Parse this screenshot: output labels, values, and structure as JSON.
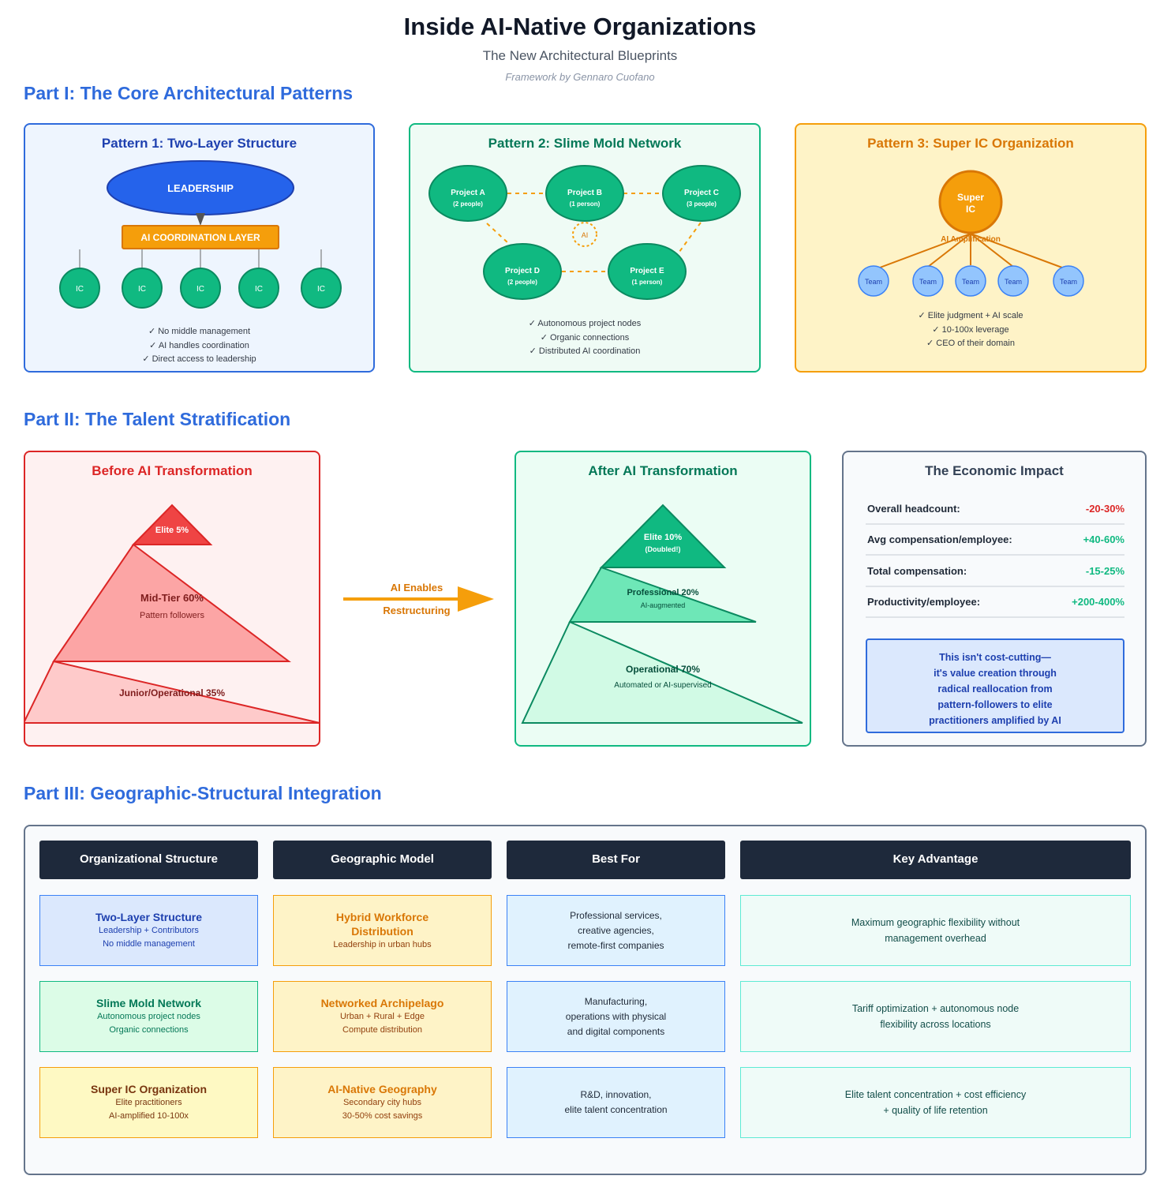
{
  "header": {
    "title": "Inside AI-Native Organizations",
    "subtitle": "The New Architectural Blueprints",
    "byline": "Framework by Gennaro Cuofano"
  },
  "part1": {
    "heading": "Part I: The Core Architectural Patterns",
    "pattern1": {
      "title": "Pattern 1: Two-Layer Structure",
      "leadership": "LEADERSHIP",
      "coordination": "AI COORDINATION LAYER",
      "ic_labels": [
        "IC",
        "IC",
        "IC",
        "IC",
        "IC"
      ],
      "checks": [
        "✓ No middle management",
        "✓ AI handles coordination",
        "✓ Direct access to leadership"
      ]
    },
    "pattern2": {
      "title": "Pattern 2: Slime Mold Network",
      "nodes": [
        {
          "name": "Project A",
          "size": "(2 people)"
        },
        {
          "name": "Project B",
          "size": "(1 person)"
        },
        {
          "name": "Project C",
          "size": "(3 people)"
        },
        {
          "name": "Project D",
          "size": "(2 people)"
        },
        {
          "name": "Project E",
          "size": "(1 person)"
        }
      ],
      "ai_label": "AI",
      "checks": [
        "✓ Autonomous project nodes",
        "✓ Organic connections",
        "✓ Distributed AI coordination"
      ]
    },
    "pattern3": {
      "title": "Pattern 3: Super IC Organization",
      "center_line1": "Super",
      "center_line2": "IC",
      "amplification": "AI Amplification",
      "team_labels": [
        "Team",
        "Team",
        "Team",
        "Team",
        "Team"
      ],
      "checks": [
        "✓ Elite judgment + AI scale",
        "✓ 10-100x leverage",
        "✓ CEO of their domain"
      ]
    }
  },
  "part2": {
    "heading": "Part II: The Talent Stratification",
    "before": {
      "title": "Before AI Transformation",
      "elite": "Elite 5%",
      "mid": "Mid-Tier 60%",
      "mid_sub": "Pattern followers",
      "junior": "Junior/Operational 35%"
    },
    "arrow": {
      "line1": "AI Enables",
      "line2": "Restructuring"
    },
    "after": {
      "title": "After AI Transformation",
      "elite": "Elite 10%",
      "elite_sub": "(Doubled!)",
      "professional": "Professional 20%",
      "professional_sub": "AI-augmented",
      "operational": "Operational 70%",
      "operational_sub": "Automated or AI-supervised"
    },
    "economics": {
      "title": "The Economic Impact",
      "rows": [
        {
          "label": "Overall headcount:",
          "value": "-20-30%",
          "color": "#dc2626"
        },
        {
          "label": "Avg compensation/employee:",
          "value": "+40-60%",
          "color": "#10b981"
        },
        {
          "label": "Total compensation:",
          "value": "-15-25%",
          "color": "#10b981"
        },
        {
          "label": "Productivity/employee:",
          "value": "+200-400%",
          "color": "#10b981"
        }
      ],
      "quote_lines": [
        "This isn't cost-cutting—",
        "it's value creation through",
        "radical reallocation from",
        "pattern-followers to elite",
        "practitioners amplified by AI"
      ]
    }
  },
  "part3": {
    "heading": "Part III: Geographic-Structural Integration",
    "headers": [
      "Organizational Structure",
      "Geographic Model",
      "Best For",
      "Key Advantage"
    ],
    "rows": [
      {
        "structure": {
          "title": "Two-Layer Structure",
          "lines": [
            "Leadership + Contributors",
            "No middle management"
          ]
        },
        "geo": {
          "title": [
            "Hybrid Workforce",
            "Distribution"
          ],
          "lines": [
            "Leadership in urban hubs"
          ]
        },
        "best": [
          "Professional services,",
          "creative agencies,",
          "remote-first companies"
        ],
        "advantage": [
          "Maximum geographic flexibility without",
          "management overhead"
        ]
      },
      {
        "structure": {
          "title": "Slime Mold Network",
          "lines": [
            "Autonomous project nodes",
            "Organic connections"
          ]
        },
        "geo": {
          "title": [
            "Networked Archipelago"
          ],
          "lines": [
            "Urban + Rural + Edge",
            "Compute distribution"
          ]
        },
        "best": [
          "Manufacturing,",
          "operations with physical",
          "and digital components"
        ],
        "advantage": [
          "Tariff optimization + autonomous node",
          "flexibility across locations"
        ]
      },
      {
        "structure": {
          "title": "Super IC Organization",
          "lines": [
            "Elite practitioners",
            "AI-amplified 10-100x"
          ]
        },
        "geo": {
          "title": [
            "AI-Native Geography"
          ],
          "lines": [
            "Secondary city hubs",
            "30-50% cost savings"
          ]
        },
        "best": [
          "R&D, innovation,",
          "elite talent concentration"
        ],
        "advantage": [
          "Elite talent concentration + cost efficiency",
          "+ quality of life retention"
        ]
      }
    ]
  },
  "colors": {
    "accent_blue": "#2f6bdc",
    "green": "#10b981",
    "orange": "#f59e0b",
    "red": "#dc2626",
    "navy": "#1e293b"
  }
}
